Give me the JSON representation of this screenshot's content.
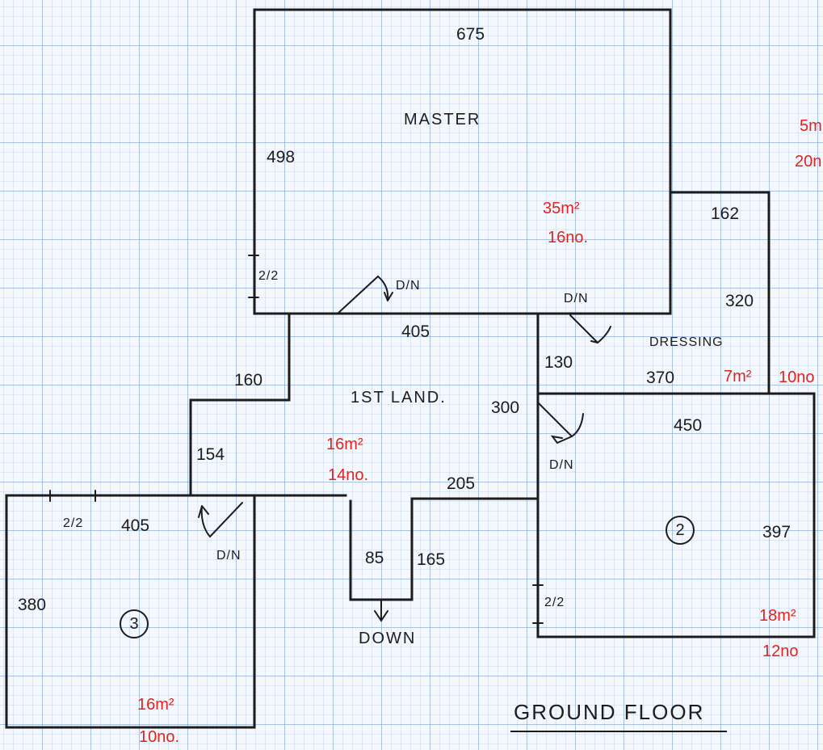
{
  "title": "GROUND FLOOR",
  "colors": {
    "ink": "#1c1c1c",
    "annotation": "#e1241f",
    "grid": "#8cafdc"
  },
  "rooms": {
    "master": {
      "name": "MASTER",
      "width": "675",
      "height": "498",
      "area": "35m²",
      "count": "16no.",
      "door": "D/N",
      "window": "2/2"
    },
    "dressing": {
      "name": "DRESSING",
      "d1": "162",
      "d2": "320",
      "d3": "370",
      "d4": "130",
      "area": "7m²",
      "count": "10no",
      "door": "D/N"
    },
    "landing": {
      "name": "1ST LAND.",
      "d_top": "405",
      "d_160": "160",
      "d_154": "154",
      "d_205": "205",
      "d_300": "300",
      "area": "16m²",
      "count": "14no."
    },
    "stairs": {
      "d_85": "85",
      "d_165": "165",
      "label": "DOWN"
    },
    "bed2": {
      "number": "2",
      "width": "450",
      "height": "397",
      "area": "18m²",
      "count": "12no",
      "door": "D/N",
      "window": "2/2"
    },
    "bed3": {
      "number": "3",
      "width": "405",
      "height": "380",
      "area": "16m²",
      "count": "10no.",
      "door": "D/N",
      "window": "2/2"
    }
  },
  "edge_notes": {
    "a": "5m",
    "b": "20n"
  }
}
